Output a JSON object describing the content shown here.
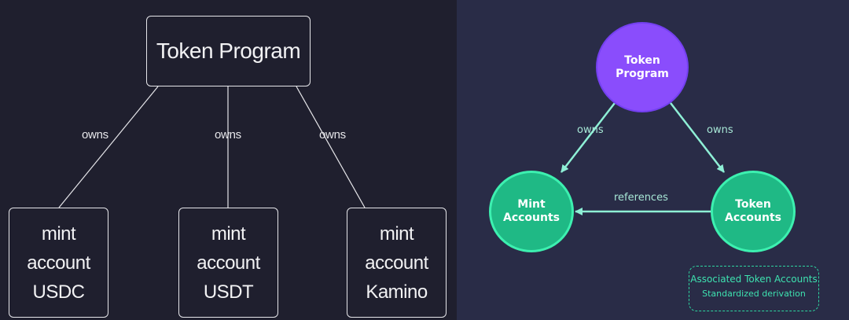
{
  "left_diagram": {
    "root": {
      "label": "Token Program"
    },
    "edge_label": "owns",
    "edges": [
      {
        "label": "owns",
        "from": "Token Program",
        "to": "mint account USDC"
      },
      {
        "label": "owns",
        "from": "Token Program",
        "to": "mint account USDT"
      },
      {
        "label": "owns",
        "from": "Token Program",
        "to": "mint account Kamino"
      }
    ],
    "children": [
      {
        "lines": [
          "mint",
          "account",
          "USDC"
        ]
      },
      {
        "lines": [
          "mint",
          "account",
          "USDT"
        ]
      },
      {
        "lines": [
          "mint",
          "account",
          "Kamino"
        ]
      }
    ],
    "colors": {
      "background": "#1f1f2e",
      "stroke": "#e6e6ea",
      "text": "#f2f2f4"
    }
  },
  "right_diagram": {
    "nodes": {
      "program": {
        "lines": [
          "Token",
          "Program"
        ],
        "color": "#8a4dfc"
      },
      "mint": {
        "lines": [
          "Mint",
          "Accounts"
        ],
        "color": "#1fb985"
      },
      "token": {
        "lines": [
          "Token",
          "Accounts"
        ],
        "color": "#1fb985"
      }
    },
    "edges": [
      {
        "label": "owns",
        "from": "Token Program",
        "to": "Mint Accounts"
      },
      {
        "label": "owns",
        "from": "Token Program",
        "to": "Token Accounts"
      },
      {
        "label": "references",
        "from": "Token Accounts",
        "to": "Mint Accounts"
      }
    ],
    "callout": {
      "title": "Associated Token Accounts",
      "subtitle": "Standardized derivation"
    },
    "colors": {
      "background": "#292c47",
      "arrow": "#8ef0d6",
      "node_border": "#3df0b0",
      "callout": "#2ed6a0"
    }
  }
}
